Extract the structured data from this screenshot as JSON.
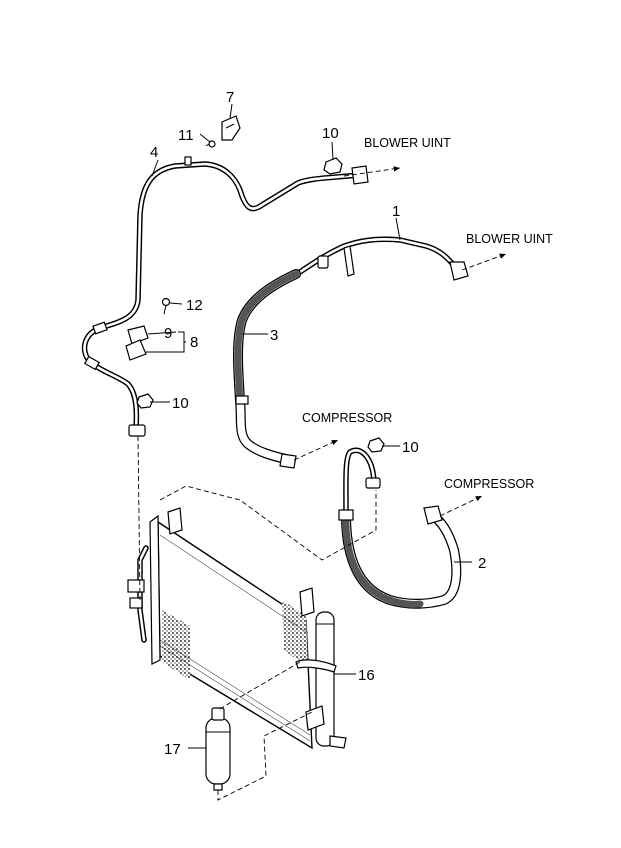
{
  "callouts": {
    "c1": "1",
    "c2": "2",
    "c3": "3",
    "c4": "4",
    "c7": "7",
    "c8": "8",
    "c9": "9",
    "c10a": "10",
    "c10b": "10",
    "c10c": "10",
    "c11": "11",
    "c12": "12",
    "c16": "16",
    "c17": "17"
  },
  "destinations": {
    "blower_upper": "BLOWER UINT",
    "blower_lower": "BLOWER UINT",
    "compressor_upper": "COMPRESSOR",
    "compressor_lower": "COMPRESSOR"
  },
  "colors": {
    "line": "#000000",
    "background": "#ffffff"
  }
}
